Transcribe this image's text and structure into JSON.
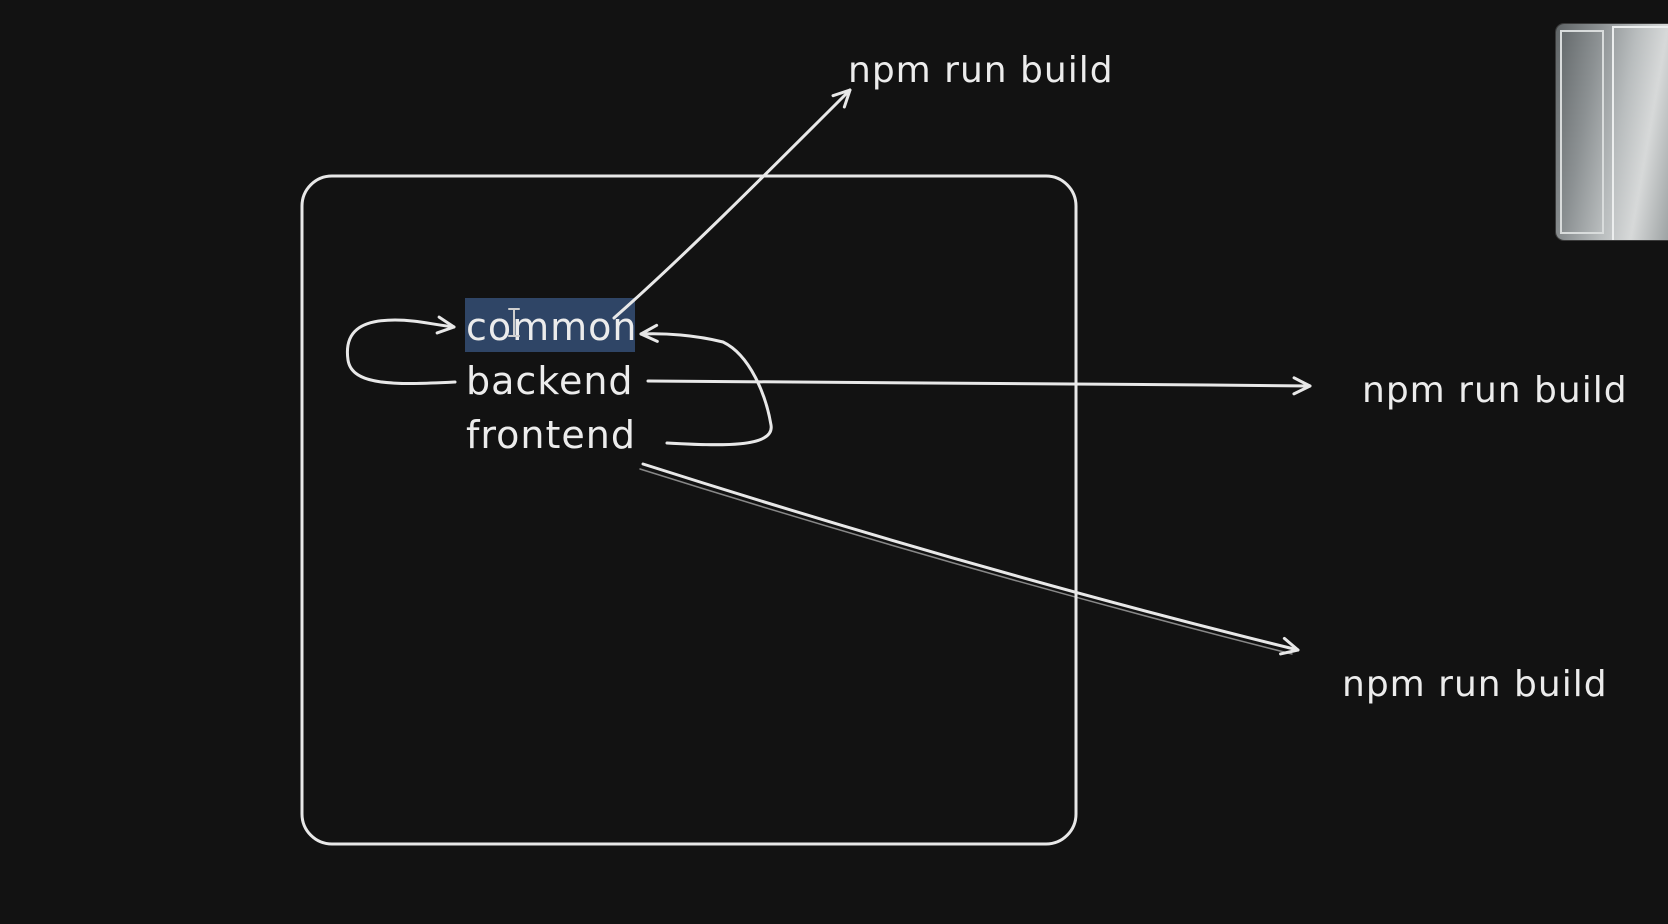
{
  "diagram": {
    "nodes": {
      "common": "common",
      "backend": "backend",
      "frontend": "frontend"
    },
    "targets": {
      "top": "npm run build",
      "right": "npm run build",
      "bottom": "npm run build"
    }
  },
  "colors": {
    "background": "#121212",
    "stroke": "#e8e8e8",
    "selection": "#2f4566"
  },
  "overlay": {
    "webcam": "webcam-thumbnail",
    "cursor": "text-cursor-icon"
  }
}
